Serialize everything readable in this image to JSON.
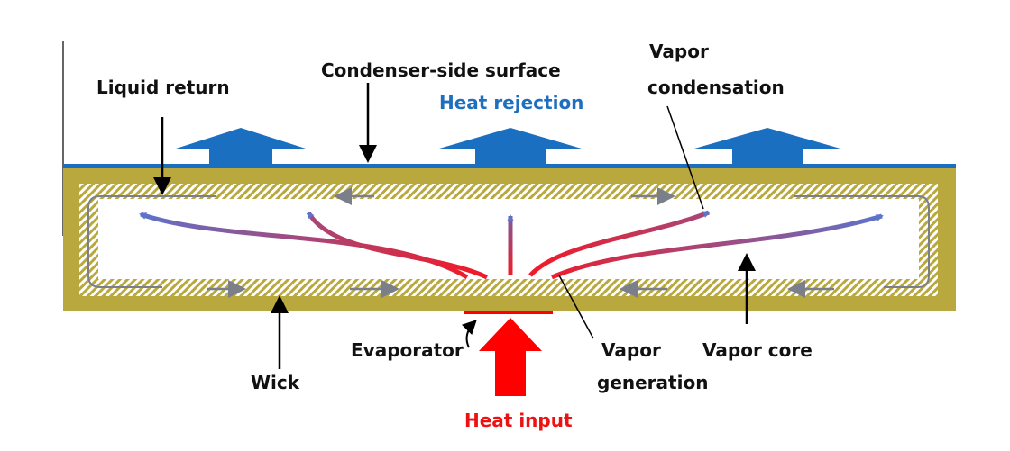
{
  "labels": {
    "condenser_surface": "Condenser-side surface",
    "heat_rejection": "Heat rejection",
    "liquid_return": "Liquid return",
    "vapor_condensation_line1": "Vapor",
    "vapor_condensation_line2": "condensation",
    "wick": "Wick",
    "evaporator": "Evaporator",
    "vapor_generation_line1": "Vapor",
    "vapor_generation_line2": "generation",
    "vapor_core": "Vapor core",
    "heat_input": "Heat input"
  },
  "colors": {
    "wick_fill": "#b8a83e",
    "surface_line": "#1a6fc0",
    "heat_rejection_arrow": "#1a6fc0",
    "heat_input": "#ff0000",
    "vapor_hot": "#ee1c2a",
    "vapor_cool": "#5b74cc",
    "liquid_arrow": "#7b7f8a",
    "callout": "#000000"
  }
}
